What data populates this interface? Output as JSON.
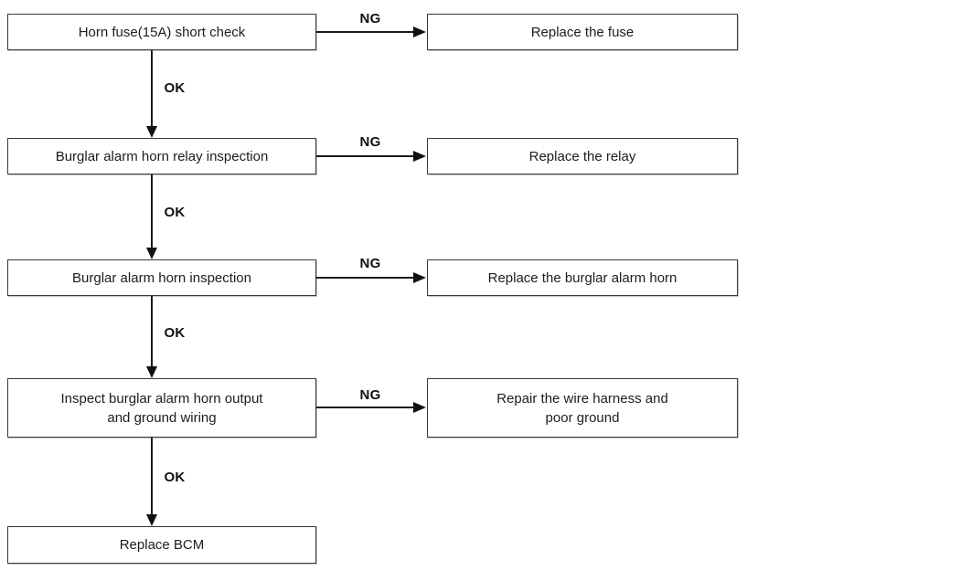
{
  "diagram": {
    "type": "flowchart",
    "branch_labels": {
      "ng": "NG",
      "ok": "OK"
    },
    "steps": [
      {
        "check_lines": [
          "Horn fuse(15A) short check"
        ],
        "result_lines": [
          "Replace the fuse"
        ]
      },
      {
        "check_lines": [
          "Burglar alarm horn relay inspection"
        ],
        "result_lines": [
          "Replace the relay"
        ]
      },
      {
        "check_lines": [
          "Burglar alarm horn inspection"
        ],
        "result_lines": [
          "Replace the burglar alarm horn"
        ]
      },
      {
        "check_lines": [
          "Inspect burglar alarm horn output",
          "and ground wiring"
        ],
        "result_lines": [
          "Repair the wire harness and",
          "poor ground"
        ]
      }
    ],
    "final_step": "Replace BCM",
    "colors": {
      "background": "#ffffff",
      "box_fill": "#ffffff",
      "box_border": "#3a3a3a",
      "line": "#1a1a1a",
      "text": "#1d1d1d"
    }
  }
}
